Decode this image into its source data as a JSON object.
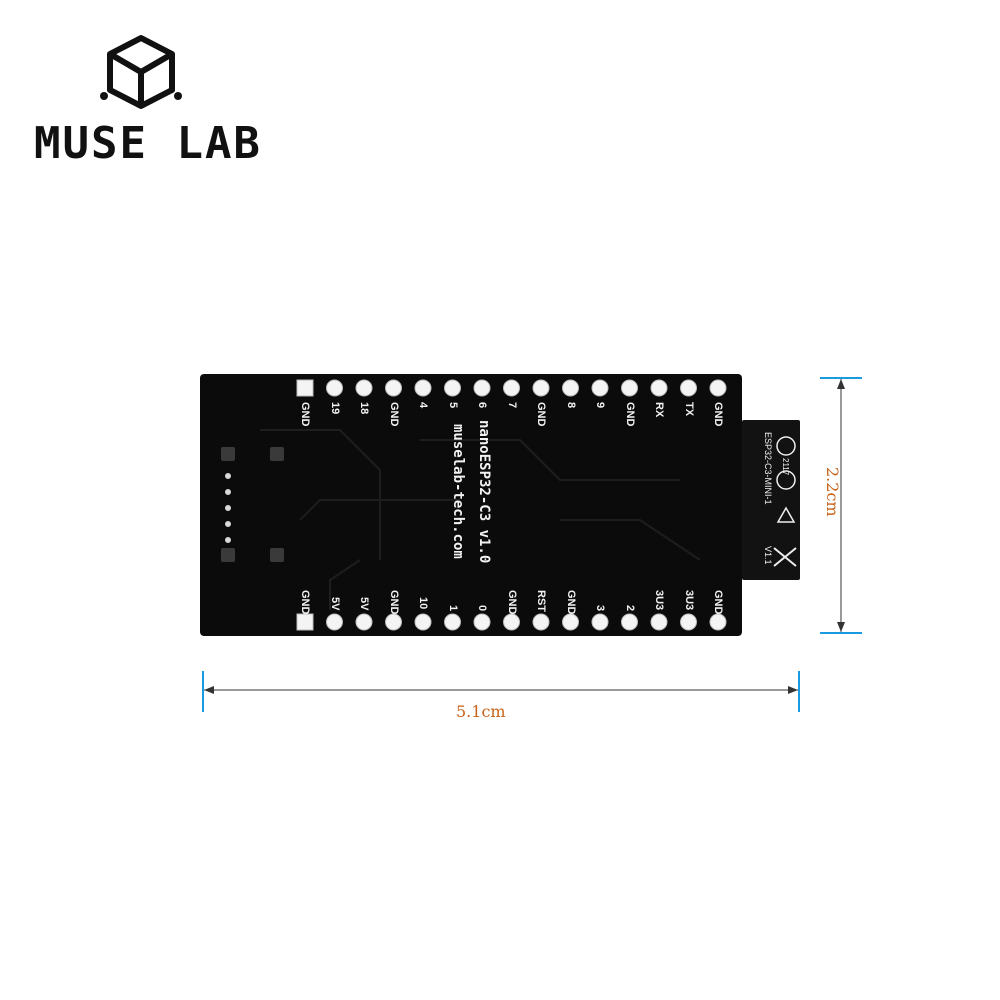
{
  "brand": {
    "name": "MUSE LAB"
  },
  "board": {
    "name_line": "nanoESP32-C3 v1.0",
    "url_line": "muselab-tech.com",
    "top_pins": [
      "GND",
      "19",
      "18",
      "GND",
      "4",
      "5",
      "6",
      "7",
      "GND",
      "8",
      "9",
      "GND",
      "RX",
      "TX",
      "GND"
    ],
    "bottom_pins": [
      "GND",
      "5V",
      "5V",
      "GND",
      "10",
      "1",
      "0",
      "GND",
      "RST",
      "GND",
      "3",
      "2",
      "3U3",
      "3U3",
      "GND"
    ],
    "module": {
      "label": "ESP32-C3-MINI-1",
      "code": "2117",
      "version": "V1.1"
    }
  },
  "dimensions": {
    "width_label": "5.1cm",
    "height_label": "2.2cm"
  },
  "colors": {
    "pcb": "#0b0b0b",
    "dimension_line": "#1a9be0",
    "dimension_text": "#c7621a"
  }
}
